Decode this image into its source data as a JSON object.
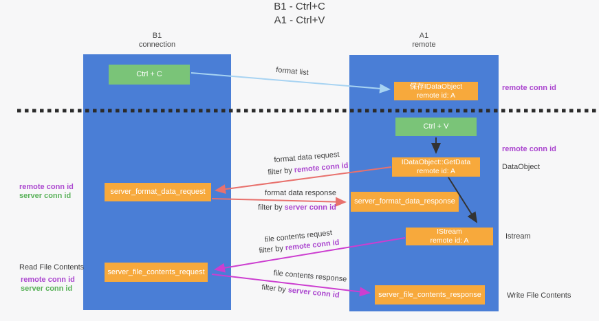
{
  "title": {
    "line1": "B1 - Ctrl+C",
    "line2": "A1 - Ctrl+V"
  },
  "lifelines": {
    "b1": {
      "name": "B1",
      "role": "connection"
    },
    "a1": {
      "name": "A1",
      "role": "remote"
    }
  },
  "nodes": {
    "ctrl_c": {
      "label": "Ctrl + C"
    },
    "ctrl_v": {
      "label": "Ctrl + V"
    },
    "save_dataobject": {
      "line1": "保存IDataObject",
      "line2": "remote id: A"
    },
    "getdata": {
      "line1": "IDataObject::GetData",
      "line2": "remote id: A"
    },
    "istream": {
      "line1": "IStream",
      "line2": "remote id: A"
    },
    "server_format_data_request": {
      "label": "server_format_data_request"
    },
    "server_format_data_response": {
      "label": "server_format_data_response"
    },
    "server_file_contents_request": {
      "label": "server_file_contents_request"
    },
    "server_file_contents_response": {
      "label": "server_file_contents_response"
    }
  },
  "annotations": {
    "format_list": "format list",
    "format_data_request": "format data request",
    "format_data_response": "format data response",
    "file_contents_request": "file contents request",
    "file_contents_response": "file contents response",
    "filter_by": "filter by ",
    "remote_conn_id": "remote conn id",
    "server_conn_id": "server conn id"
  },
  "side_labels": {
    "remote_conn_id": "remote conn id",
    "server_conn_id": "server conn id",
    "dataobject": "DataObject",
    "istream": "Istream",
    "read_file_contents": "Read File Contents",
    "write_file_contents": "Write File Contents"
  },
  "colors": {
    "lifeline_blue": "#4a7ed6",
    "action_green": "#7ac478",
    "message_orange": "#f7a93c",
    "format_arrow_salmon": "#e8716d",
    "file_arrow_magenta": "#cc3ed0",
    "format_list_arrow_blue": "#a7d3f2",
    "remote_conn_purple": "#ab47cf",
    "server_conn_green": "#58b158"
  }
}
